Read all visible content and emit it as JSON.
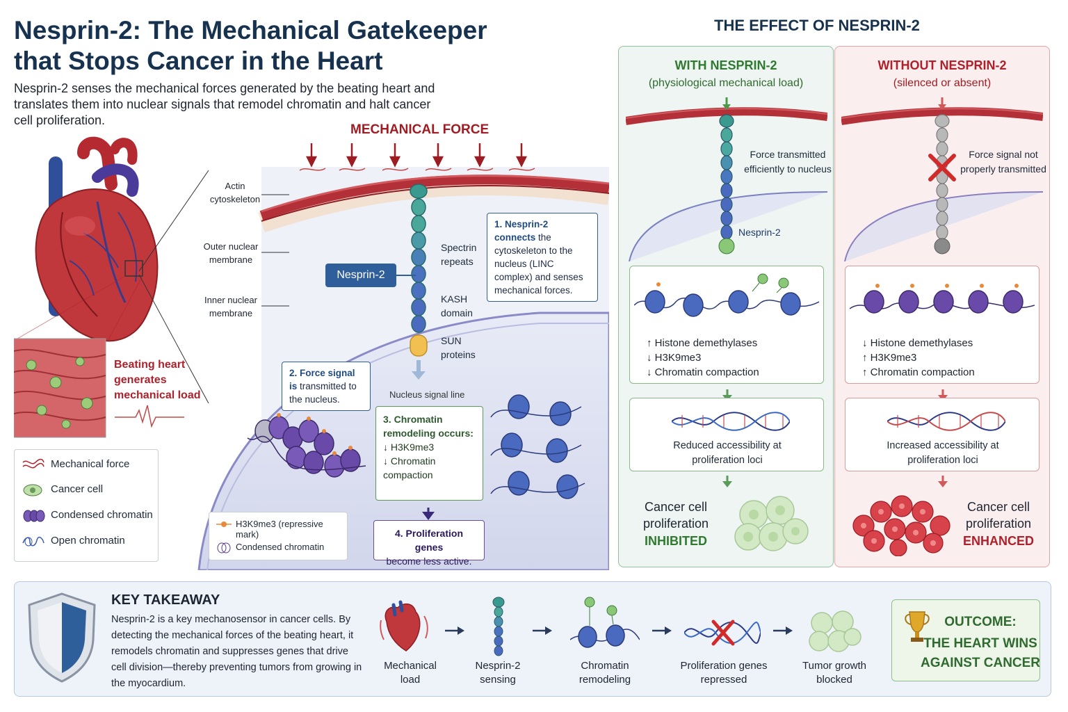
{
  "title": "Nesprin-2: The Mechanical Gatekeeper that Stops Cancer in the Heart",
  "subtitle": "Nesprin-2 senses the mechanical forces generated by the beating heart and translates them into nuclear signals that remodel chromatin and halt cancer cell proliferation.",
  "colors": {
    "title": "#17324f",
    "accent_red": "#b0202a",
    "accent_green": "#2f7a2f",
    "accent_blue": "#2f5f9a",
    "accent_purple": "#5b3a8c"
  },
  "mechanism": {
    "force_heading": "MECHANICAL FORCE",
    "labels": {
      "actin": "Actin cytoskeleton",
      "outer_membrane": "Outer nuclear membrane",
      "inner_membrane": "Inner nuclear membrane",
      "spectrin": "Spectrin repeats",
      "kash": "KASH domain",
      "sun": "SUN proteins",
      "nesprin_tag": "Nesprin-2",
      "nucleus_text": "Nucleus signal line"
    },
    "step1": {
      "num": "1.",
      "title": "Nesprin-2 connects",
      "text": "the cytoskeleton to the nucleus (LINC complex) and senses mechanical forces."
    },
    "step2": {
      "num": "2.",
      "title": "Force signal is",
      "text": "transmitted to the nucleus."
    },
    "step3": {
      "num": "3.",
      "title": "Chromatin remodeling occurs:",
      "line1": "↓ H3K9me3",
      "line2": "↓ Chromatin compaction"
    },
    "step4": {
      "num": "4.",
      "title": "Proliferation genes",
      "text": "become less active."
    },
    "mini_legend": {
      "mark": "H3K9me3 (repressive mark)",
      "condensed": "Condensed chromatin"
    }
  },
  "heart": {
    "caption": "Beating heart generates mechanical load"
  },
  "legend": [
    {
      "icon": "wave-icon",
      "label": "Mechanical force"
    },
    {
      "icon": "cell-icon",
      "label": "Cancer cell"
    },
    {
      "icon": "condensed-chromatin-icon",
      "label": "Condensed chromatin"
    },
    {
      "icon": "open-chromatin-icon",
      "label": "Open chromatin"
    }
  ],
  "effect": {
    "heading": "THE EFFECT OF NESPRIN-2",
    "with": {
      "title": "WITH NESPRIN-2",
      "subtitle": "(physiological mechanical load)",
      "force_note": "Force transmitted efficiently to nucleus",
      "nesprin_label": "Nesprin-2",
      "marks": [
        "↑ Histone demethylases",
        "↓ H3K9me3",
        "↓ Chromatin compaction"
      ],
      "accessibility": "Reduced accessibility at proliferation loci",
      "outcome_line1": "Cancer cell",
      "outcome_line2": "proliferation",
      "outcome_status": "INHIBITED"
    },
    "without": {
      "title": "WITHOUT NESPRIN-2",
      "subtitle": "(silenced or absent)",
      "force_note": "Force signal not properly transmitted",
      "marks": [
        "↓ Histone demethylases",
        "↑ H3K9me3",
        "↑ Chromatin compaction"
      ],
      "accessibility": "Increased accessibility at proliferation loci",
      "outcome_line1": "Cancer cell",
      "outcome_line2": "proliferation",
      "outcome_status": "ENHANCED"
    }
  },
  "takeaway": {
    "heading": "KEY TAKEAWAY",
    "text": "Nesprin-2 is a key mechanosensor in cancer cells. By detecting the mechanical forces of the beating heart, it remodels chromatin and suppresses genes that drive cell division—thereby preventing tumors from growing in the myocardium.",
    "flow": [
      "Mechanical load",
      "Nesprin-2 sensing",
      "Chromatin remodeling",
      "Proliferation genes repressed",
      "Tumor growth blocked"
    ],
    "outcome_label": "OUTCOME:",
    "outcome_text": "THE HEART WINS AGAINST CANCER"
  }
}
